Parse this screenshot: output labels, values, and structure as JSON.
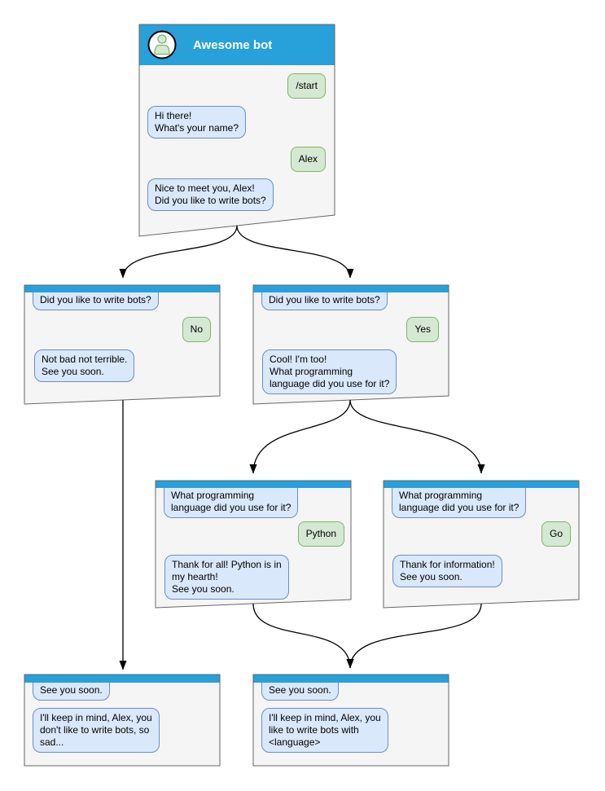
{
  "colors": {
    "titlebar": "#28A0DA",
    "window_fill": "#F5F5F5",
    "window_border": "#666666",
    "bot_bubble_fill": "#DAE8FC",
    "bot_bubble_border": "#6C8EBF",
    "user_bubble_fill": "#D5E8D4",
    "user_bubble_border": "#82B366",
    "arrow": "#000000"
  },
  "windows": {
    "main": {
      "title": "Awesome bot",
      "avatar": "person-icon",
      "messages": [
        {
          "from": "user",
          "text": "/start"
        },
        {
          "from": "bot",
          "text": "Hi there!\nWhat's your name?"
        },
        {
          "from": "user",
          "text": "Alex"
        },
        {
          "from": "bot",
          "text": "Nice to meet you, Alex!\nDid you like to write bots?"
        }
      ]
    },
    "no_branch": {
      "messages": [
        {
          "from": "bot",
          "text": "Did you like to write bots?"
        },
        {
          "from": "user",
          "text": "No"
        },
        {
          "from": "bot",
          "text": "Not bad not terrible.\nSee you soon."
        }
      ]
    },
    "yes_branch": {
      "messages": [
        {
          "from": "bot",
          "text": "Did you like to write bots?"
        },
        {
          "from": "user",
          "text": "Yes"
        },
        {
          "from": "bot",
          "text": "Cool! I'm too!\nWhat programming\nlanguage did you use for it?"
        }
      ]
    },
    "python_branch": {
      "messages": [
        {
          "from": "bot",
          "text": "What programming\nlanguage did you use for it?"
        },
        {
          "from": "user",
          "text": "Python"
        },
        {
          "from": "bot",
          "text": "Thank for all! Python is in\nmy hearth!\nSee you soon."
        }
      ]
    },
    "go_branch": {
      "messages": [
        {
          "from": "bot",
          "text": "What programming\nlanguage did you use for it?"
        },
        {
          "from": "user",
          "text": "Go"
        },
        {
          "from": "bot",
          "text": "Thank for information!\nSee you soon."
        }
      ]
    },
    "end_no": {
      "messages": [
        {
          "from": "bot",
          "text": "See you soon."
        },
        {
          "from": "bot",
          "text": "I'll keep in mind, Alex, you\ndon't like to write bots, so\nsad..."
        }
      ]
    },
    "end_yes": {
      "messages": [
        {
          "from": "bot",
          "text": "See you soon."
        },
        {
          "from": "bot",
          "text": "I'll keep in mind, Alex, you\nlike to write bots with\n<language>"
        }
      ]
    }
  }
}
